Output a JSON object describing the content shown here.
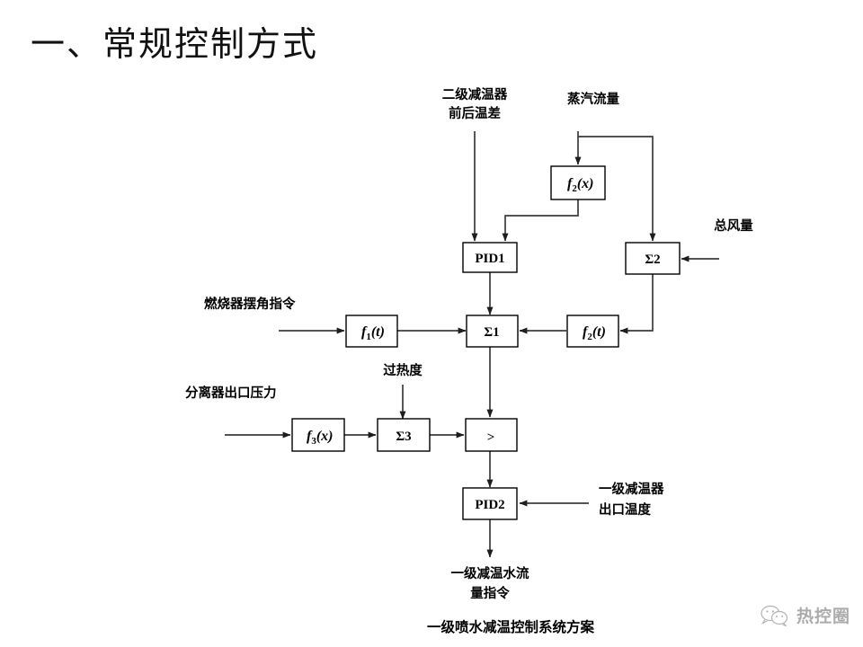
{
  "slide": {
    "title": "一、常规控制方式",
    "caption": "一级喷水减温控制系统方案"
  },
  "watermark": {
    "icon": "wechat-icon",
    "text": "热控圈"
  },
  "blocks": {
    "f2x": {
      "label": "f",
      "sub": "2",
      "arg": "(x)"
    },
    "pid1": {
      "label": "PID1"
    },
    "sum2": {
      "label": "Σ2"
    },
    "f1t": {
      "label": "f",
      "sub": "1",
      "arg": "(t)"
    },
    "sum1": {
      "label": "Σ1"
    },
    "f2t": {
      "label": "f",
      "sub": "2",
      "arg": "(t)"
    },
    "f3x": {
      "label": "f",
      "sub": "3",
      "arg": "(x)"
    },
    "sum3": {
      "label": "Σ3"
    },
    "cmp": {
      "label": ">"
    },
    "pid2": {
      "label": "PID2"
    }
  },
  "signals": {
    "temp_diff_l1": "二级减温器",
    "temp_diff_l2": "前后温差",
    "steam_flow": "蒸汽流量",
    "total_air": "总风量",
    "burner_tilt": "燃烧器摆角指令",
    "superheat": "过热度",
    "separator_pressure": "分离器出口压力",
    "desuper_out_l1": "一级减温器",
    "desuper_out_l2": "出口温度",
    "output_l1": "一级减温水流",
    "output_l2": "量指令"
  },
  "colors": {
    "background": "#ffffff",
    "line": "#3b3b3b",
    "box_stroke": "#000000",
    "text": "#000000"
  }
}
